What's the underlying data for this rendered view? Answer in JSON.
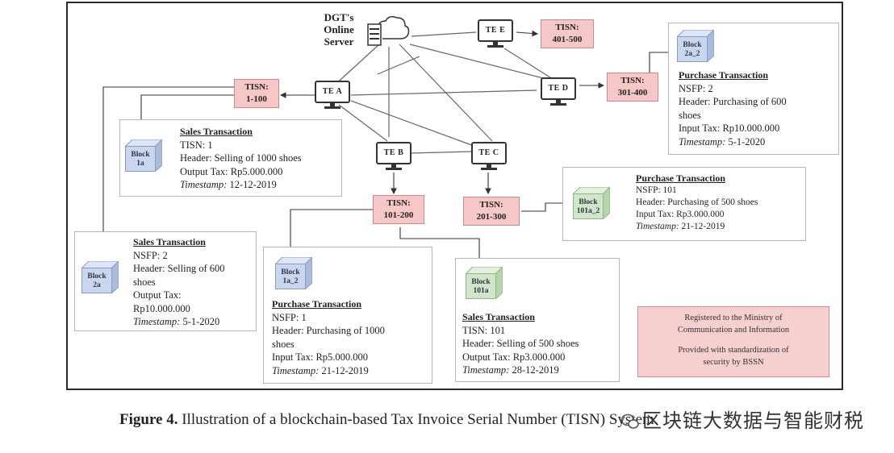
{
  "server": {
    "label_lines": [
      "DGT's",
      "Online",
      "Server"
    ]
  },
  "terminals": {
    "a": "TE A",
    "b": "TE B",
    "c": "TE C",
    "d": "TE D",
    "e": "TE E"
  },
  "tisn": {
    "a": [
      "TISN:",
      "1-100"
    ],
    "b": [
      "TISN:",
      "101-200"
    ],
    "c": [
      "TISN:",
      "201-300"
    ],
    "d": [
      "TISN:",
      "301-400"
    ],
    "e": [
      "TISN:",
      "401-500"
    ]
  },
  "blocks": {
    "b1a": [
      "Block",
      "1a"
    ],
    "b2a": [
      "Block",
      "2a"
    ],
    "b1a2": [
      "Block",
      "1a_2"
    ],
    "b101a": [
      "Block",
      "101a"
    ],
    "b101a2": [
      "Block",
      "101a_2"
    ],
    "b2a2": [
      "Block",
      "2a_2"
    ]
  },
  "cards": {
    "sales1": {
      "title": "Sales Transaction",
      "l1": "TISN: 1",
      "l2": "Header: Selling of 1000 shoes",
      "l3": "Output Tax: Rp5.000.000",
      "ts_label": "Timestamp:",
      "ts": " 12-12-2019"
    },
    "sales2": {
      "title": "Sales Transaction",
      "l1": "NSFP: 2",
      "l2": "Header: Selling of 600",
      "l2b": "shoes",
      "l3": "Output Tax:",
      "l3b": "Rp10.000.000",
      "ts_label": "Timestamp:",
      "ts": " 5-1-2020"
    },
    "purch1": {
      "title": "Purchase Transaction",
      "l1": "NSFP: 1",
      "l2": "Header: Purchasing of 1000",
      "l2b": "shoes",
      "l3": "Input Tax: Rp5.000.000",
      "ts_label": "Timestamp:",
      "ts": " 21-12-2019"
    },
    "sales101": {
      "title": "Sales Transaction",
      "l1": "TISN: 101",
      "l2": "Header: Selling of 500 shoes",
      "l3": "Output Tax: Rp3.000.000",
      "ts_label": "Timestamp:",
      "ts": " 28-12-2019"
    },
    "purch101": {
      "title": "Purchase Transaction",
      "l1": "NSFP: 101",
      "l2": "Header: Purchasing of 500 shoes",
      "l3": "Input Tax: Rp3.000.000",
      "ts_label": "Timestamp:",
      "ts": " 21-12-2019"
    },
    "purch2": {
      "title": "Purchase Transaction",
      "l1": "NSFP: 2",
      "l2": "Header: Purchasing of 600",
      "l2b": "shoes",
      "l3": "Input Tax: Rp10.000.000",
      "ts_label": "Timestamp:",
      "ts": " 5-1-2020"
    }
  },
  "registered": {
    "line1": "Registered to the Ministry of",
    "line2": "Communication and Information",
    "line3": "Provided with standardization  of",
    "line4": "security by BSSN"
  },
  "caption": {
    "figure": "Figure 4.",
    "text": " Illustration of a blockchain-based Tax Invoice Serial Number (TISN) System."
  },
  "watermark": "区块链大数据与智能财税",
  "icons": {
    "server": "server-cloud-icon",
    "terminal": "monitor-icon",
    "block": "cube-icon",
    "watermark": "wechat-icon"
  }
}
